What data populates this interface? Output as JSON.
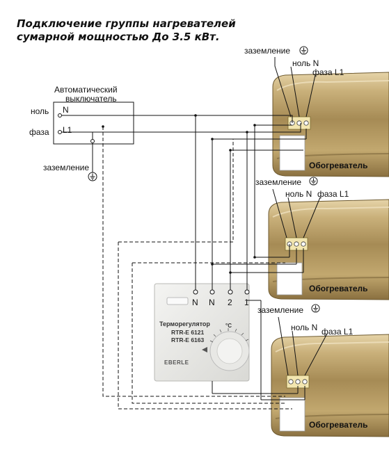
{
  "title": {
    "line1": "Подключение группы нагревателей",
    "line2": "сумарной мощностью До 3.5 кВт."
  },
  "breaker": {
    "label_line1": "Автоматический",
    "label_line2": "выключатель",
    "neutral_label": "ноль",
    "neutral_terminal": "N",
    "phase_label": "фаза",
    "phase_terminal": "L1",
    "ground_label": "заземление"
  },
  "thermostat": {
    "name_line1": "Терморегулятор",
    "name_line2": "RTR-E 6121",
    "name_line3": "RTR-E 6163",
    "brand": "EBERLE",
    "unit": "°C",
    "terminals": [
      "N",
      "N",
      "2",
      "1"
    ]
  },
  "heaters": [
    {
      "ground": "заземление",
      "neutral": "ноль N",
      "phase": "фаза L1",
      "name": "Обогреватель"
    },
    {
      "ground": "заземление",
      "neutral": "ноль N",
      "phase": "фаза L1",
      "name": "Обогреватель"
    },
    {
      "ground": "заземление",
      "neutral": "ноль N",
      "phase": "фаза L1",
      "name": "Обогреватель"
    }
  ],
  "colors": {
    "heater_body": "#b39a63",
    "heater_highlight": "#e6d4a8",
    "heater_shadow": "#7a6439",
    "wire": "#111111",
    "thermostat_body": "#ececea"
  }
}
